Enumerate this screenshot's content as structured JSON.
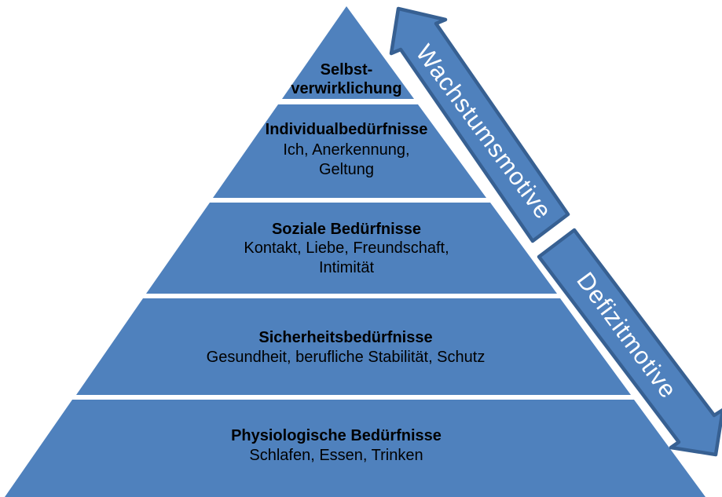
{
  "colors": {
    "background": "#ffffff",
    "pyramid_fill": "#4f81bd",
    "arrow_fill": "#4f81bd",
    "arrow_border": "#376092",
    "arrow_text": "#ffffff",
    "level_text": "#000000",
    "base_edge": "#44699b"
  },
  "pyramid": {
    "levels": [
      {
        "title_line1": "Selbst-",
        "title_line2": "verwirklichung"
      },
      {
        "title": "Individualbedürfnisse",
        "sub_line1": "Ich, Anerkennung,",
        "sub_line2": "Geltung"
      },
      {
        "title": "Soziale Bedürfnisse",
        "sub_line1": "Kontakt, Liebe, Freundschaft,",
        "sub_line2": "Intimität"
      },
      {
        "title": "Sicherheitsbedürfnisse",
        "sub_line1": "Gesundheit, berufliche Stabilität, Schutz"
      },
      {
        "title": "Physiologische Bedürfnisse",
        "sub_line1": "Schlafen, Essen, Trinken"
      }
    ]
  },
  "arrows": {
    "growth": {
      "label": "Wachstumsmotive",
      "direction": "up"
    },
    "deficit": {
      "label": "Defizitmotive",
      "direction": "down"
    }
  }
}
